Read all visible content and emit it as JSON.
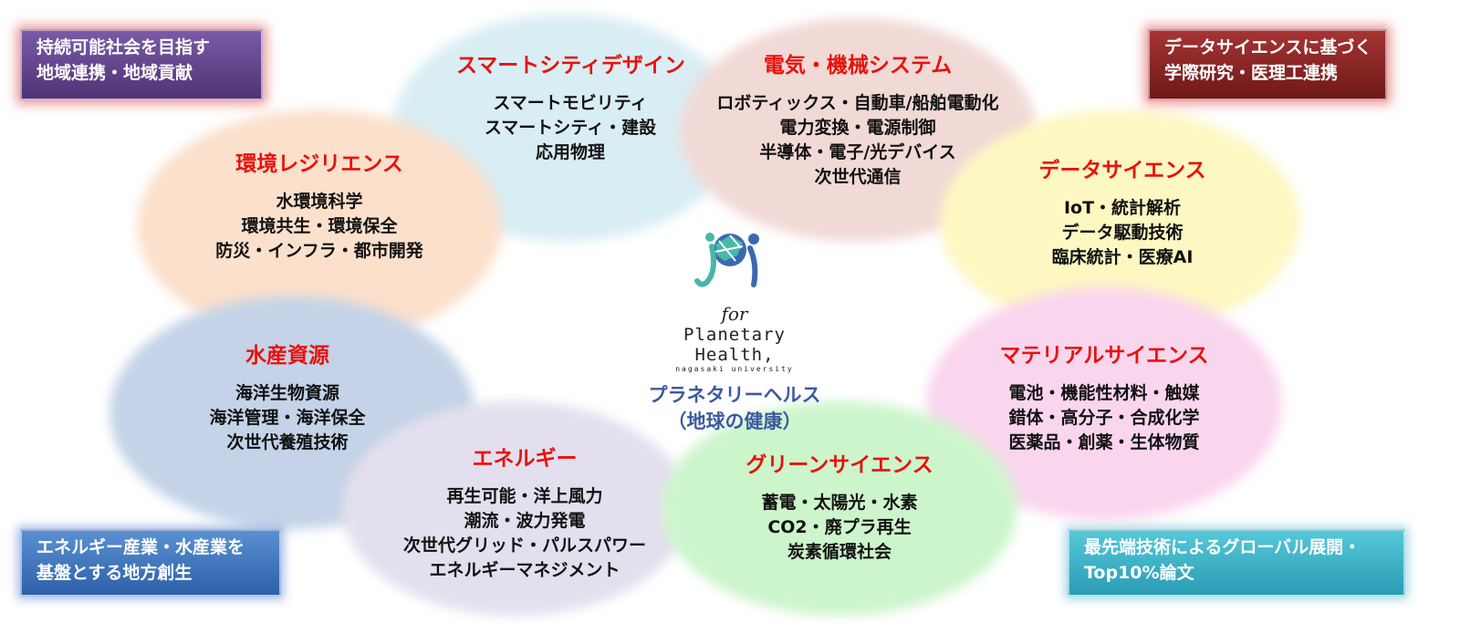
{
  "center": {
    "logo_for": "for",
    "logo_line1": "Planetary Health,",
    "logo_line2": "nagasaki university",
    "caption_line1": "プラネタリーヘルス",
    "caption_line2": "（地球の健康）"
  },
  "corners": {
    "top_left": [
      "持続可能社会を目指す",
      "地域連携・地域貢献"
    ],
    "top_right": [
      "データサイエンスに基づく",
      "学際研究・医理工連携"
    ],
    "bottom_left": [
      "エネルギー産業・水産業を",
      "基盤とする地方創生"
    ],
    "bottom_right": [
      "最先端技術によるグローバル展開・",
      "Top10%論文"
    ]
  },
  "bubbles": {
    "smart_city": {
      "title": "スマートシティデザイン",
      "items": [
        "スマートモビリティ",
        "スマートシティ・建設",
        "応用物理"
      ]
    },
    "electric": {
      "title": "電気・機械システム",
      "items": [
        "ロボティックス・自動車/船舶電動化",
        "電力変換・電源制御",
        "半導体・電子/光デバイス",
        "次世代通信"
      ]
    },
    "environment": {
      "title": "環境レジリエンス",
      "items": [
        "水環境科学",
        "環境共生・環境保全",
        "防災・インフラ・都市開発"
      ]
    },
    "data_science": {
      "title": "データサイエンス",
      "items": [
        "IoT・統計解析",
        "データ駆動技術",
        "臨床統計・医療AI"
      ]
    },
    "fisheries": {
      "title": "水産資源",
      "items": [
        "海洋生物資源",
        "海洋管理・海洋保全",
        "次世代養殖技術"
      ]
    },
    "material": {
      "title": "マテリアルサイエンス",
      "items": [
        "電池・機能性材料・触媒",
        "錯体・高分子・合成化学",
        "医薬品・創薬・生体物質"
      ]
    },
    "energy": {
      "title": "エネルギー",
      "items": [
        "再生可能・洋上風力",
        "潮流・波力発電",
        "次世代グリッド・パルスパワー",
        "エネルギーマネジメント"
      ]
    },
    "green": {
      "title": "グリーンサイエンス",
      "items": [
        "蓄電・太陽光・水素",
        "CO2・廃プラ再生",
        "炭素循環社会"
      ]
    }
  },
  "colors": {
    "title_red": "#e8120c",
    "caption_blue": "#3c5aa0",
    "top_left_box": "#5f3f86",
    "top_right_box": "#8e2424",
    "bottom_left_box": "#3f78c0",
    "bottom_right_box": "#3ab4c8"
  }
}
